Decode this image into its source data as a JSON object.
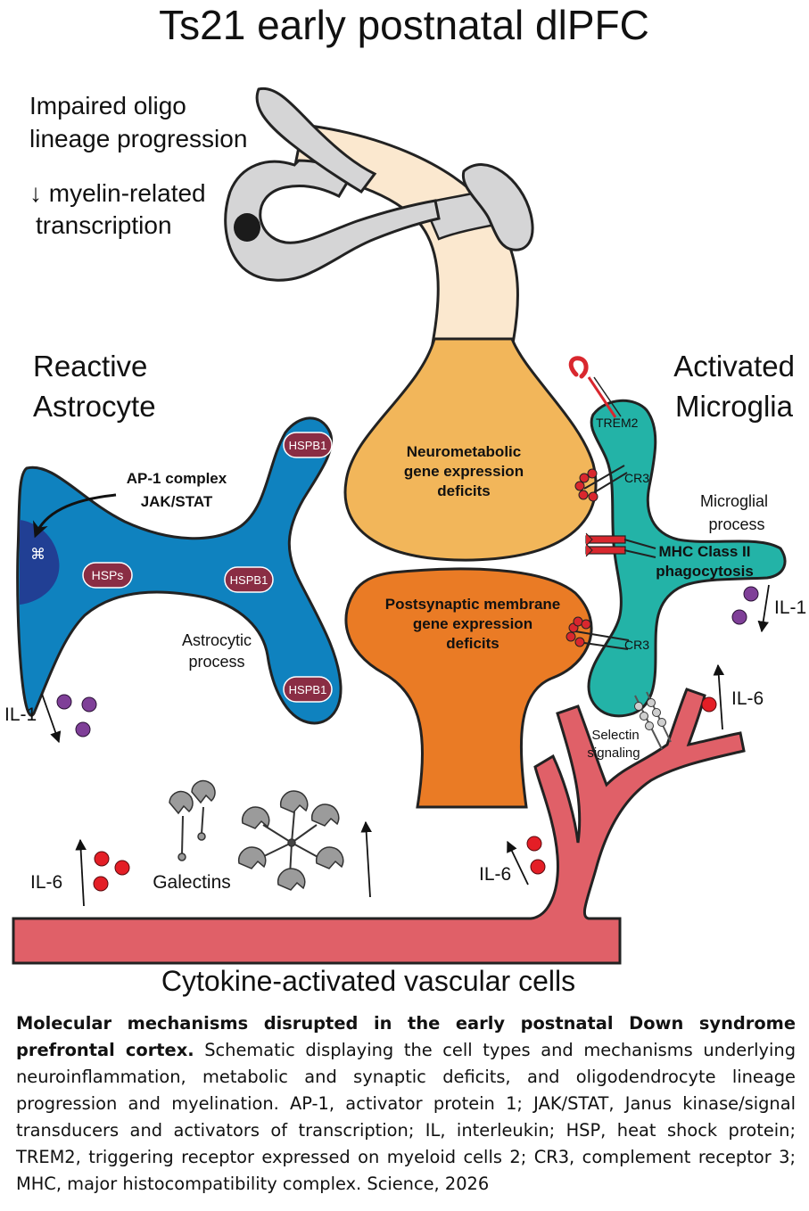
{
  "title": "Ts21 early postnatal dlPFC",
  "oligo": {
    "line1": "Impaired oligo",
    "line2": "lineage progression",
    "line3": "↓ myelin-related",
    "line4": "transcription"
  },
  "astrocyte": {
    "title1": "Reactive",
    "title2": "Astrocyte",
    "signal1": "AP-1 complex",
    "signal2": "JAK/STAT",
    "hsps": "HSPs",
    "hspb1": "HSPB1",
    "process1": "Astrocytic",
    "process2": "process",
    "il1": "IL-1"
  },
  "neuron": {
    "pre1": "Neurometabolic",
    "pre2": "gene expression",
    "pre3": "deficits",
    "post1": "Postsynaptic membrane",
    "post2": "gene expression",
    "post3": "deficits"
  },
  "microglia": {
    "title1": "Activated",
    "title2": "Microglia",
    "trem2": "TREM2",
    "cr3": "CR3",
    "process1": "Microglial",
    "process2": "process",
    "mhc1": "MHC Class II",
    "mhc2": "phagocytosis",
    "il1": "IL-1"
  },
  "vascular": {
    "il6": "IL-6",
    "selectin1": "Selectin",
    "selectin2": "signaling",
    "galectins": "Galectins",
    "label": "Cytokine-activated vascular cells"
  },
  "caption": {
    "bold": "Molecular mechanisms disrupted in the early postnatal Down syndrome prefrontal cortex.",
    "text": " Schematic displaying the cell types and mechanisms underlying neuroinflammation, metabolic and synaptic deficits, and oligodendrocyte lineage progression and myelination. AP-1, activator protein 1; JAK/STAT, Janus kinase/signal transducers and activators of transcription; IL, interleukin; HSP, heat shock protein; TREM2, triggering receptor expressed on myeloid cells 2; CR3, complement receptor 3; MHC, major histocompatibility complex. Science, 2026"
  },
  "colors": {
    "astrocyte": "#0f82bf",
    "nucleus": "#213f94",
    "hsp_badge": "#8a2d44",
    "presynaptic": "#f2b65a",
    "postsynaptic": "#ea7b25",
    "axon": "#fbe8cf",
    "oligo": "#d5d5d6",
    "microglia": "#23b3a7",
    "vessel": "#e06068",
    "il6": "#e41e26",
    "il1": "#7f3f98",
    "receptor": "#d9272e"
  }
}
